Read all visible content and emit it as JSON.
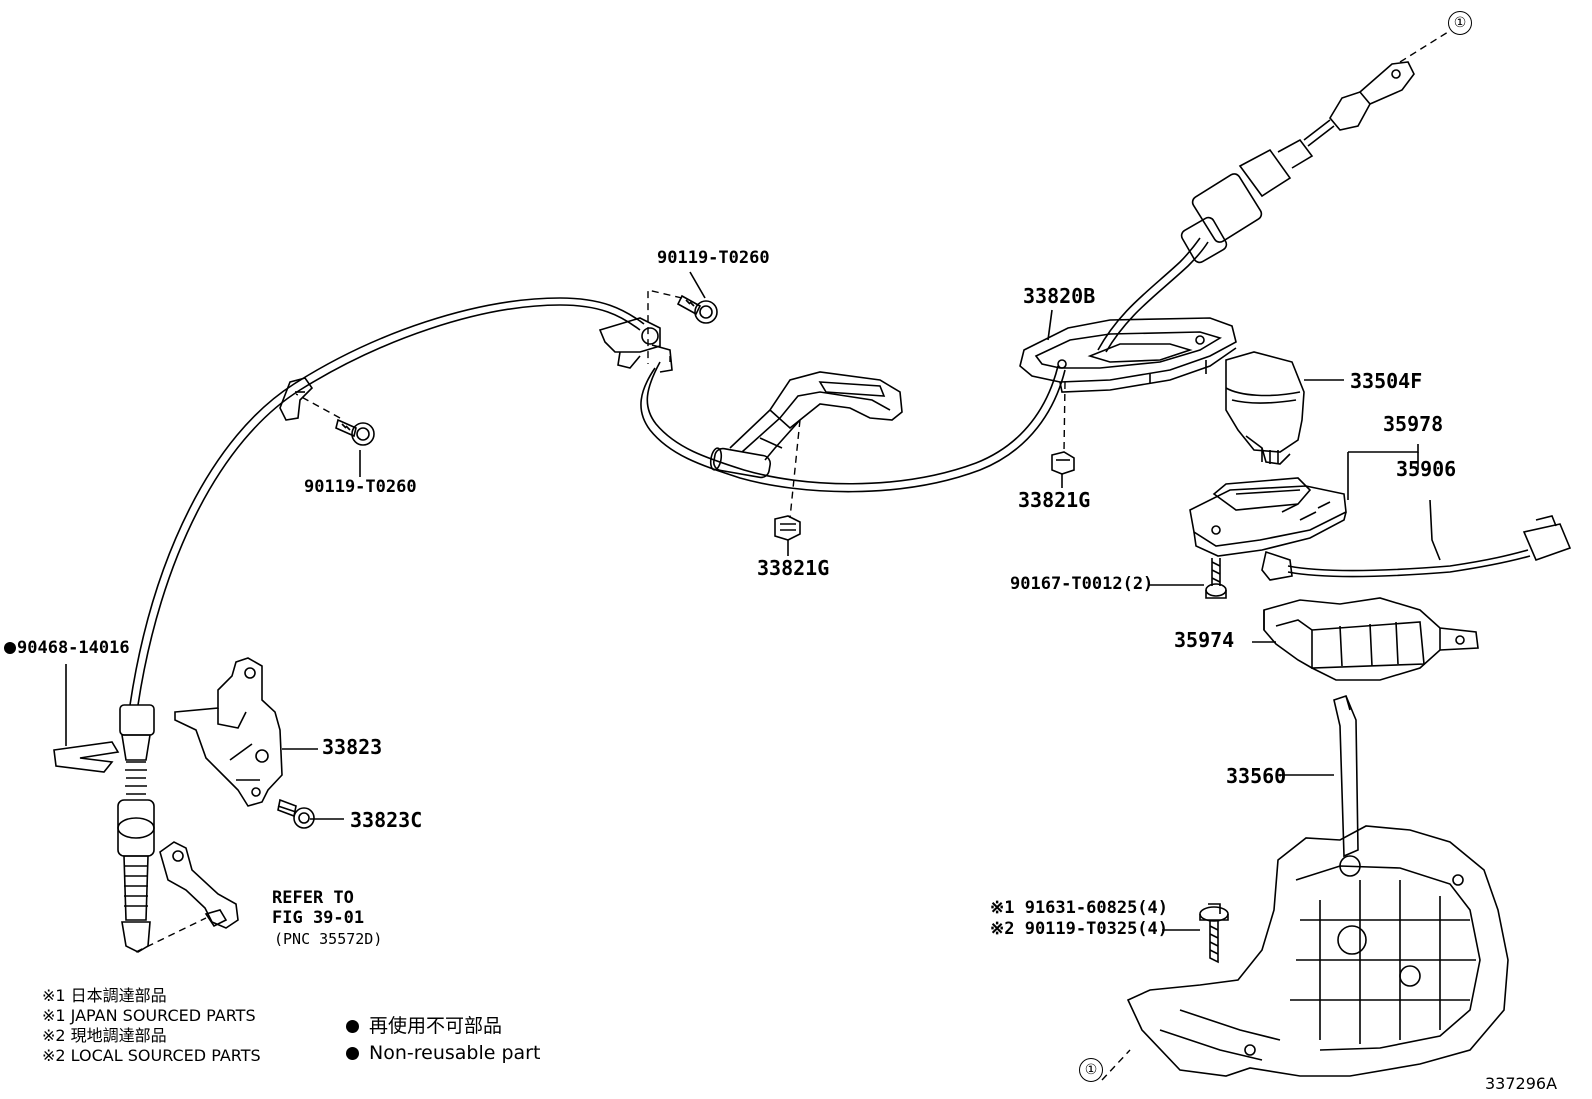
{
  "labels": {
    "p90119_top": "90119-T0260",
    "p90119_left": "90119-T0260",
    "p33820b": "33820B",
    "p33504f": "33504F",
    "p35978": "35978",
    "p35906": "35906",
    "p33821g_right": "33821G",
    "p33821g_mid": "33821G",
    "p90167": "90167-T0012(2)",
    "p35974": "35974",
    "p90468": "90468-14016",
    "p33823": "33823",
    "p33823c": "33823C",
    "p33560": "33560",
    "refer_to": "REFER TO",
    "fig": "FIG 39-01",
    "pnc": "(PNC 35572D)",
    "bolt1": "※1 91631-60825(4)",
    "bolt2": "※2 90119-T0325(4)"
  },
  "markers": {
    "circle_top": "①",
    "circle_bottom": "①"
  },
  "legend": {
    "l1": "※1  日本調達部品",
    "l2": "※1  JAPAN SOURCED PARTS",
    "l3": "※2  現地調達部品",
    "l4": "※2  LOCAL SOURCED PARTS",
    "r1": "再使用不可部品",
    "r2": "Non-reusable part"
  },
  "diagram_id": "337296A"
}
